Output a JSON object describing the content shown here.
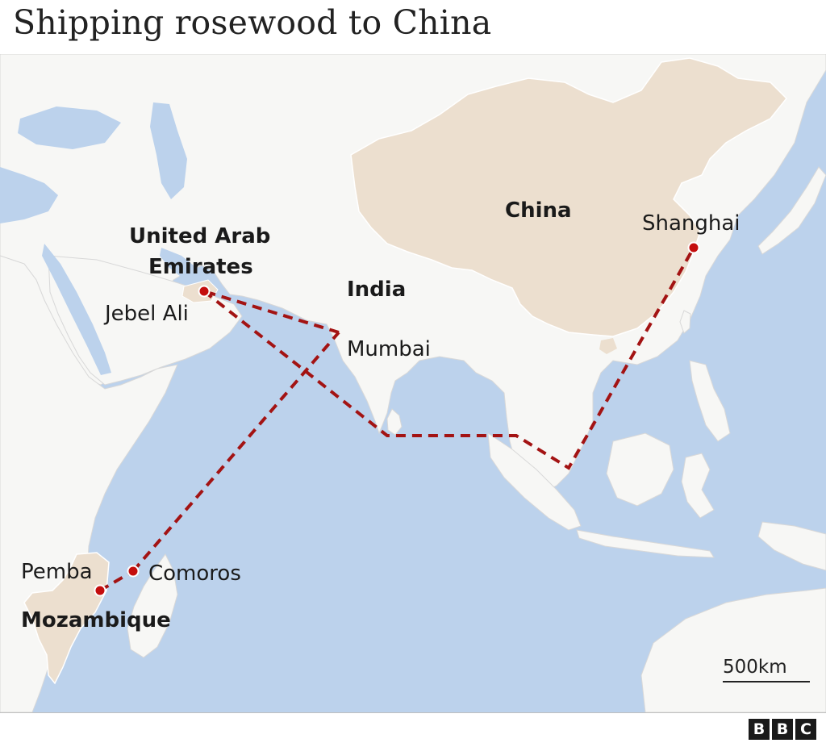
{
  "title": "Shipping rosewood to China",
  "labels": {
    "china": "China",
    "uae_line1": "United Arab",
    "uae_line2": "Emirates",
    "india": "India",
    "mozambique": "Mozambique",
    "shanghai": "Shanghai",
    "jebel_ali": "Jebel Ali",
    "mumbai": "Mumbai",
    "pemba": "Pemba",
    "comoros": "Comoros"
  },
  "scale_label": "500km",
  "logo": [
    "B",
    "B",
    "C"
  ],
  "colors": {
    "sea": "#bcd2ec",
    "land": "#f7f7f5",
    "highlight_land": "#ecdfcf",
    "route": "#a31313",
    "marker": "#c40d0d"
  }
}
